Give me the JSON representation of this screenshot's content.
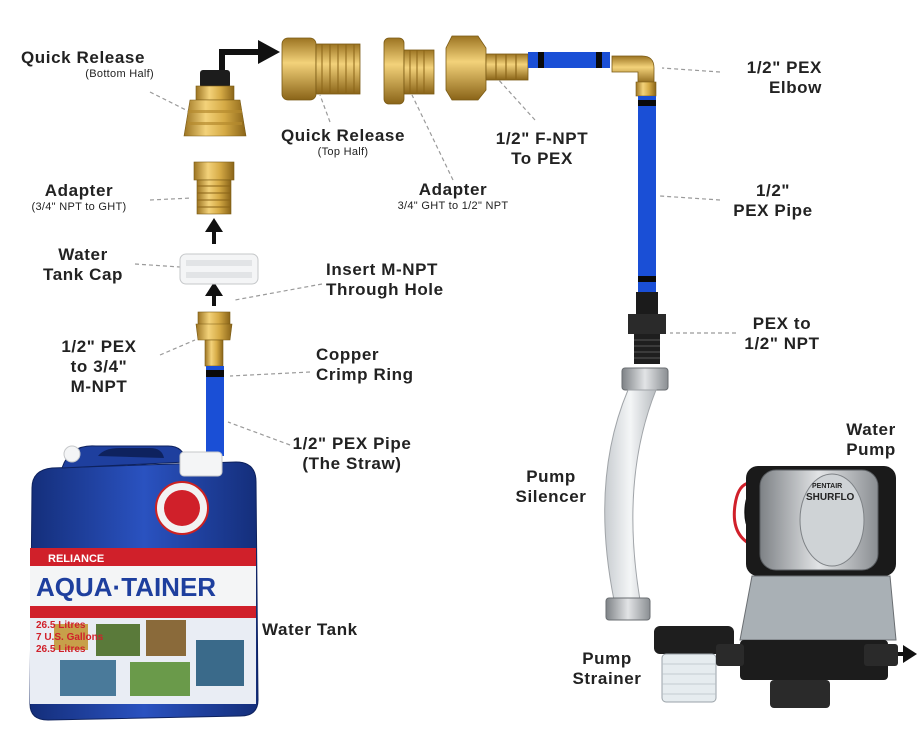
{
  "labels": {
    "quick_release_bottom": "Quick Release",
    "quick_release_bottom_sub": "(Bottom Half)",
    "quick_release_top": "Quick Release",
    "quick_release_top_sub": "(Top Half)",
    "adapter_left": "Adapter",
    "adapter_left_sub": "(3/4\" NPT to GHT)",
    "adapter_mid": "Adapter",
    "adapter_mid_sub": "3/4\" GHT to 1/2\" NPT",
    "fnpt_line1": "1/2\" F-NPT",
    "fnpt_line2": "To PEX",
    "pex_elbow_line1": "1/2\" PEX",
    "pex_elbow_line2": "Elbow",
    "pex_pipe_line1": "1/2\"",
    "pex_pipe_line2": "PEX Pipe",
    "water_tank_cap_line1": "Water",
    "water_tank_cap_line2": "Tank Cap",
    "insert_line1": "Insert M-NPT",
    "insert_line2": "Through Hole",
    "pex_mnpt_line1": "1/2\" PEX",
    "pex_mnpt_line2": "to 3/4\"",
    "pex_mnpt_line3": "M-NPT",
    "copper_line1": "Copper",
    "copper_line2": "Crimp Ring",
    "straw_line1": "1/2\" PEX Pipe",
    "straw_line2": "(The Straw)",
    "pex_npt_line1": "PEX to",
    "pex_npt_line2": "1/2\" NPT",
    "pump_silencer_line1": "Pump",
    "pump_silencer_line2": "Silencer",
    "water_pump_line1": "Water",
    "water_pump_line2": "Pump",
    "water_tank": "Water Tank",
    "pump_strainer_line1": "Pump",
    "pump_strainer_line2": "Strainer"
  },
  "tank_print": {
    "brand": "RELIANCE",
    "product": "AQUA·TAINER",
    "vol1": "26.5 Litres",
    "vol2": "7 U.S. Gallons",
    "vol3": "26.5 Litres"
  },
  "pump_print": {
    "brand": "SHURFLO",
    "maker": "PENTAIR"
  },
  "colors": {
    "pex_blue": "#1a4fd6",
    "brass": "#c9a23a",
    "tank_blue": "#1e3f9e",
    "tank_red": "#d0202a",
    "leader": "#9a9a9a"
  }
}
